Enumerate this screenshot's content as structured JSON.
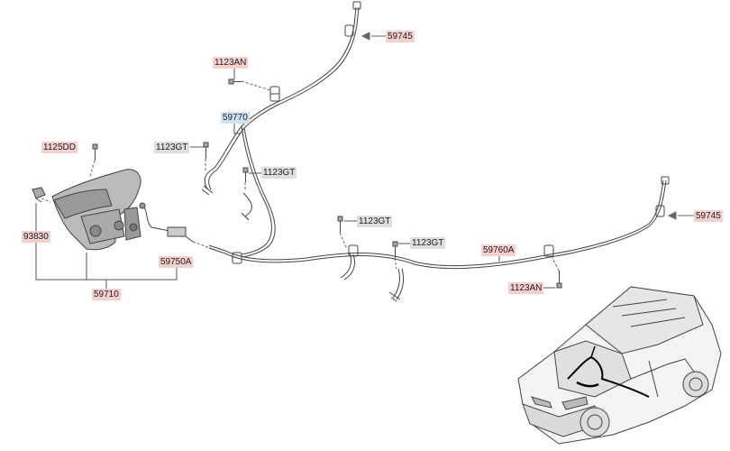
{
  "colors": {
    "label_red": "#f6cfcf",
    "label_gray": "#dedede",
    "label_blue": "#cfe3f5",
    "line": "#444444"
  },
  "labels": {
    "p59745_top": "59745",
    "p1123an_top": "1123AN",
    "p59770": "59770",
    "p1125dd": "1125DD",
    "p1123gt_left": "1123GT",
    "p1123gt_mid": "1123GT",
    "p1123gt_center": "1123GT",
    "p1123gt_right": "1123GT",
    "p93830": "93830",
    "p59750a": "59750A",
    "p59710": "59710",
    "p59760a": "59760A",
    "p59745_right": "59745",
    "p1123an_right": "1123AN"
  },
  "icons": {
    "lever": "parking-brake-lever-icon",
    "bolt": "bolt-icon",
    "clip": "cable-clip-icon",
    "arrow": "pointer-arrow-icon",
    "car": "car-location-icon"
  }
}
